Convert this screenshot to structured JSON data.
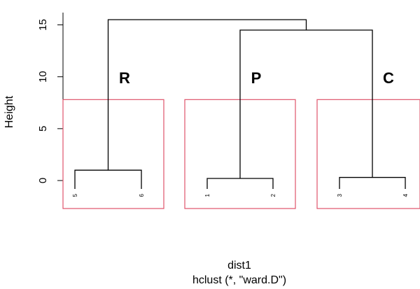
{
  "chart_data": {
    "type": "dendrogram",
    "ylabel": "Height",
    "xlabel": "dist1",
    "subtitle": "hclust (*, \"ward.D\")",
    "yticks": [
      0,
      5,
      10,
      15
    ],
    "leaf_order": [
      "5",
      "6",
      "1",
      "2",
      "3",
      "4"
    ],
    "merges": [
      {
        "left": "5",
        "right": "6",
        "height": 1.0
      },
      {
        "left": "1",
        "right": "2",
        "height": 0.2
      },
      {
        "left": "3",
        "right": "4",
        "height": 0.3
      },
      {
        "left": "P",
        "right": "C",
        "height": 14.5
      },
      {
        "left": "R",
        "right": "PC",
        "height": 15.5
      }
    ],
    "clusters": [
      {
        "label": "R",
        "leaves": [
          "5",
          "6"
        ]
      },
      {
        "label": "P",
        "leaves": [
          "1",
          "2"
        ]
      },
      {
        "label": "C",
        "leaves": [
          "3",
          "4"
        ]
      }
    ],
    "cut_height": 7.8,
    "box_color": "#df536b",
    "line_color": "#000000"
  }
}
